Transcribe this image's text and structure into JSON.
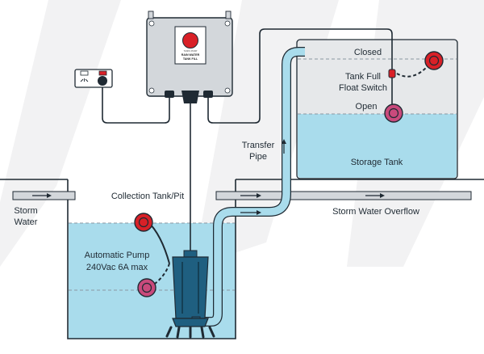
{
  "colors": {
    "water": "#a9dcec",
    "pipe": "#a9dcec",
    "pump": "#1f5f80",
    "float": "#d92027",
    "control_box": "#d3d7db",
    "outline": "#1f2a33"
  },
  "control_panel": {
    "label_line1": "TANKS PUMP",
    "label_line2": "RAIN WATER",
    "label_line3": "TANK FILL"
  },
  "labels": {
    "storm_water_line1": "Storm",
    "storm_water_line2": "Water",
    "collection_tank": "Collection Tank/Pit",
    "pump_line1": "Automatic Pump",
    "pump_line2": "240Vac 6A max",
    "transfer_pipe_line1": "Transfer",
    "transfer_pipe_line2": "Pipe",
    "closed": "Closed",
    "float_switch_line1": "Tank Full",
    "float_switch_line2": "Float Switch",
    "open": "Open",
    "storage_tank": "Storage Tank",
    "storm_overflow": "Storm Water Overflow"
  }
}
